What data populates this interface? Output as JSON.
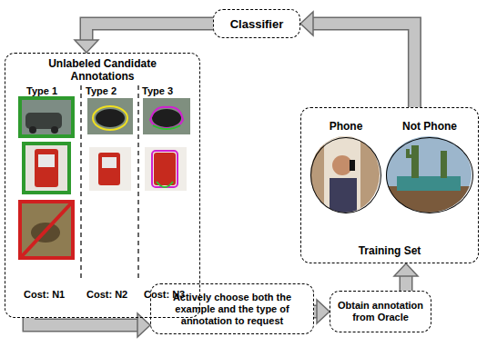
{
  "diagram": {
    "nodes": [
      {
        "text": [
          "Classifier"
        ]
      },
      {
        "text": [
          "Unlabeled Candidate Annotations"
        ]
      },
      {
        "text": [
          "Training Set"
        ]
      },
      {
        "text": [
          "Phone"
        ],
        "in": 2
      },
      {
        "text": [
          "Not Phone"
        ],
        "in": 2
      },
      {
        "text": [
          "Actively choose both the example and the type of annotation to request"
        ]
      },
      {
        "text": [
          "Obtain annotation from Oracle"
        ]
      }
    ],
    "edges": [
      {
        "from": 2,
        "to": 0,
        "arrow": "to"
      },
      {
        "from": 0,
        "to": 1,
        "arrow": "to"
      },
      {
        "from": 1,
        "to": 5,
        "arrow": "to"
      },
      {
        "from": 5,
        "to": 6,
        "arrow": "to"
      },
      {
        "from": 6,
        "to": 2,
        "arrow": "to"
      }
    ],
    "labels": [
      "Type 1",
      "Type 2",
      "Type 3",
      "Cost: N1",
      "Cost: N2",
      "Cost: N3"
    ]
  }
}
